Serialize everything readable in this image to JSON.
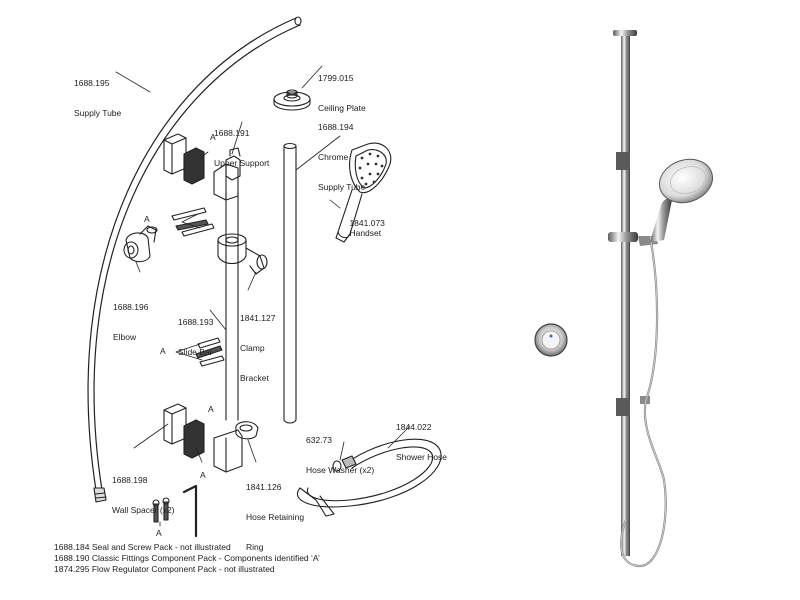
{
  "labels": {
    "supply_tube": {
      "code": "1688.195",
      "name": "Supply Tube"
    },
    "ceiling_plate": {
      "code": "1799.015",
      "name": "Ceiling Plate"
    },
    "upper_support": {
      "code": "1688.191",
      "name": "Upper Support"
    },
    "chrome_supply_tube": {
      "code": "1688.194",
      "name": "Chrome",
      "name2": "Supply Tube"
    },
    "handset": {
      "code": "1841.073",
      "name": "Handset"
    },
    "elbow": {
      "code": "1688.196",
      "name": "Elbow"
    },
    "slide_bar": {
      "code": "1688.193",
      "name": "Slide Bar"
    },
    "clamp_bracket": {
      "code": "1841.127",
      "name": "Clamp",
      "name2": "Bracket"
    },
    "wall_spacer": {
      "code": "1688.198",
      "name": "Wall Spacer (x2)"
    },
    "hose_retaining_ring": {
      "code": "1841.126",
      "name": "Hose Retaining",
      "name2": "Ring"
    },
    "hose_washer": {
      "code": "632.73",
      "name": "Hose Washer (x2)"
    },
    "shower_hose": {
      "code": "1844.022",
      "name": "Shower Hose"
    }
  },
  "component_marker": "A",
  "notes": [
    "1688.184 Seal and Screw  Pack - not illustrated",
    "1688.190 Classic Fittings Component Pack - Components identified ‘A’",
    "1874.295 Flow Regulator Component Pack - not illustrated"
  ],
  "colors": {
    "line": "#222222",
    "chrome_dark": "#6b6b6b",
    "chrome_light": "#f2f2f2"
  }
}
